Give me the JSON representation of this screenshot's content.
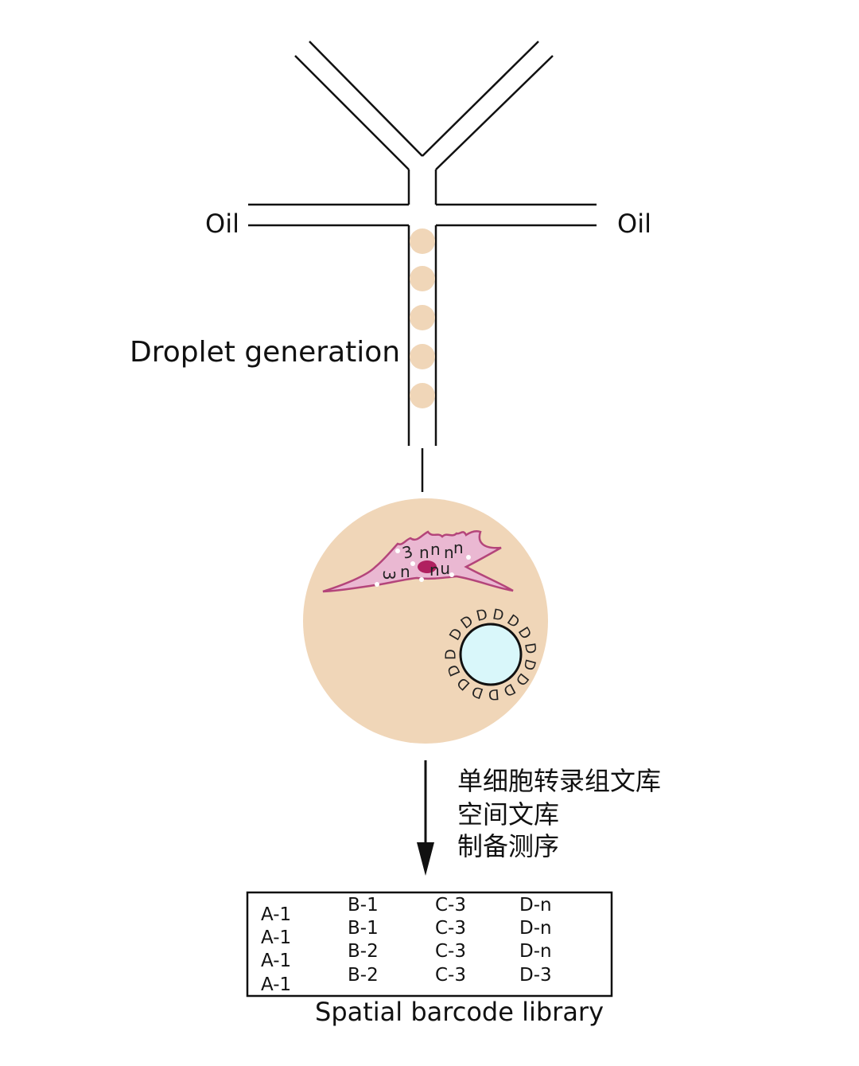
{
  "labels": {
    "oil_left": "Oil",
    "oil_right": "Oil",
    "droplet_generation": "Droplet generation",
    "steps": [
      "单细胞转录组文库",
      "空间文库",
      "制备测序"
    ],
    "library_caption": "Spatial barcode library"
  },
  "barcode_table": [
    [
      "A-1",
      "B-1",
      "C-3",
      "D-n"
    ],
    [
      "A-1",
      "B-1",
      "C-3",
      "D-n"
    ],
    [
      "A-1",
      "B-2",
      "C-3",
      "D-n"
    ],
    [
      "A-1",
      "B-2",
      "C-3",
      "D-3"
    ]
  ],
  "bead_marks": "D",
  "colors": {
    "droplet": "#f0d6b8",
    "bead": "#d9f7fa",
    "cell_fill": "#eab8d2",
    "cell_edge": "#b4457a",
    "nucleus": "#b02060",
    "line": "#111111"
  }
}
